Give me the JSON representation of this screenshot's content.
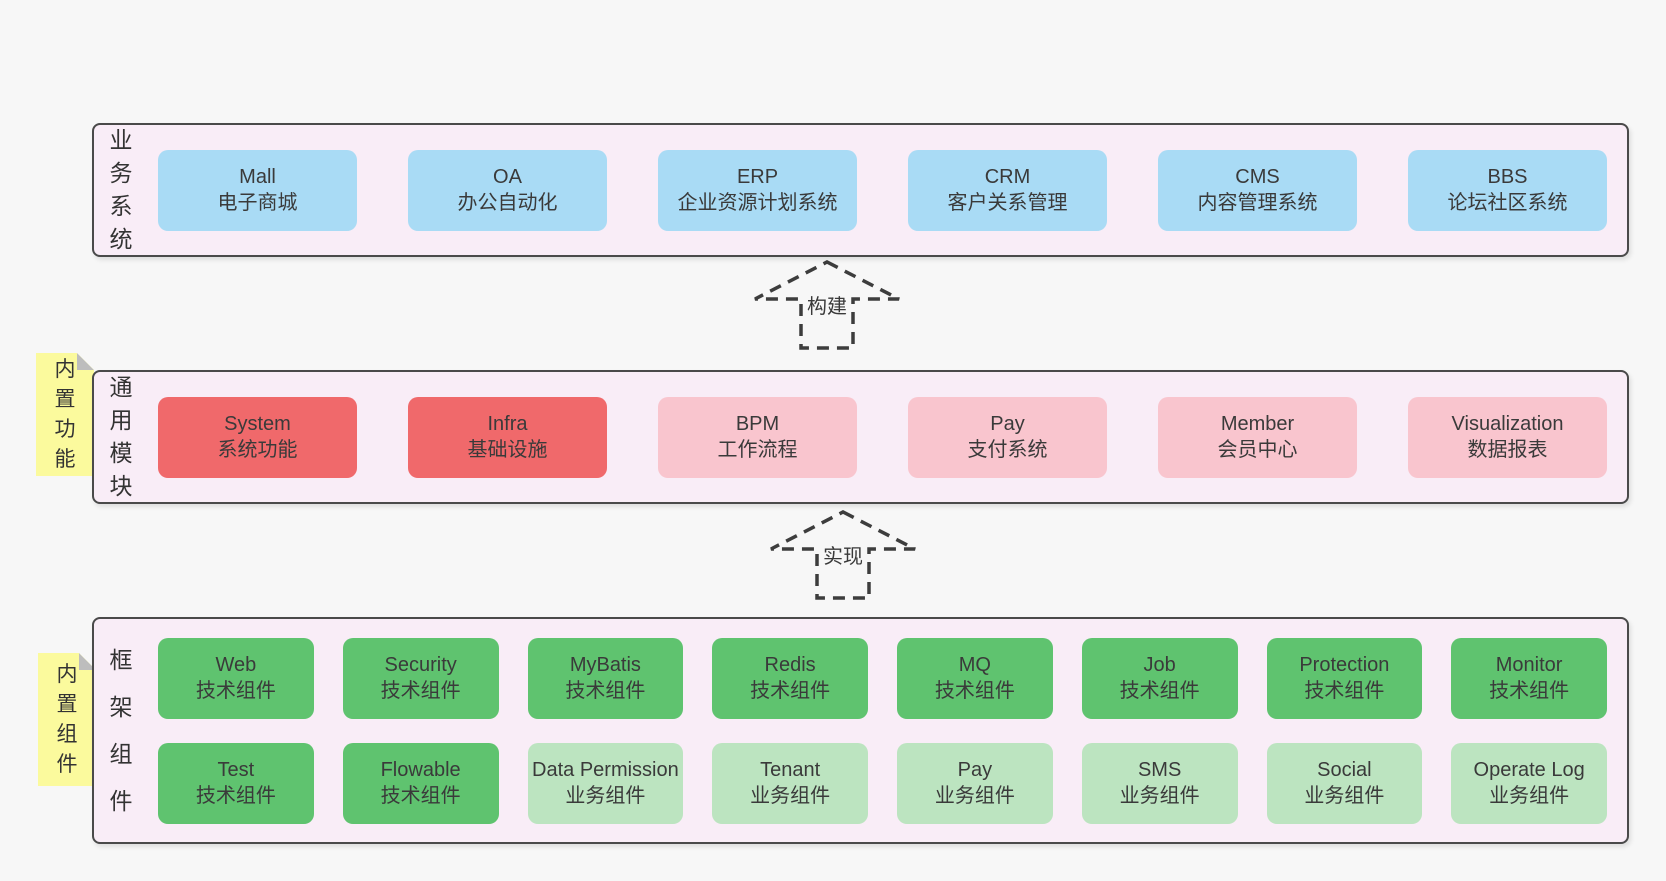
{
  "colors": {
    "page_bg": "#f7f7f7",
    "container_bg": "#f9edf7",
    "container_border": "#4a4a4a",
    "box_blue": "#a9dbf5",
    "box_red": "#f0696b",
    "box_pink": "#f9c5ce",
    "box_green": "#5fc36f",
    "box_light_green": "#bce4c0",
    "note_yellow": "#fbfa9d",
    "note_fold_gray": "#bdbdbd",
    "text": "#3a3a3a"
  },
  "arrows": [
    {
      "label": "构建"
    },
    {
      "label": "实现"
    }
  ],
  "layers": {
    "business": {
      "side_label": "业务系统",
      "boxes": [
        {
          "name": "Mall",
          "desc": "电子商城"
        },
        {
          "name": "OA",
          "desc": "办公自动化"
        },
        {
          "name": "ERP",
          "desc": "企业资源计划系统"
        },
        {
          "name": "CRM",
          "desc": "客户关系管理"
        },
        {
          "name": "CMS",
          "desc": "内容管理系统"
        },
        {
          "name": "BBS",
          "desc": "论坛社区系统"
        }
      ]
    },
    "modules": {
      "side_label": "通用模块",
      "note": "内置功能",
      "boxes": [
        {
          "name": "System",
          "desc": "系统功能",
          "variant": "red"
        },
        {
          "name": "Infra",
          "desc": "基础设施",
          "variant": "red"
        },
        {
          "name": "BPM",
          "desc": "工作流程",
          "variant": "pink"
        },
        {
          "name": "Pay",
          "desc": "支付系统",
          "variant": "pink"
        },
        {
          "name": "Member",
          "desc": "会员中心",
          "variant": "pink"
        },
        {
          "name": "Visualization",
          "desc": "数据报表",
          "variant": "pink"
        }
      ]
    },
    "components": {
      "side_label": "框架组件",
      "note": "内置组件",
      "row1": [
        {
          "name": "Web",
          "desc": "技术组件"
        },
        {
          "name": "Security",
          "desc": "技术组件"
        },
        {
          "name": "MyBatis",
          "desc": "技术组件"
        },
        {
          "name": "Redis",
          "desc": "技术组件"
        },
        {
          "name": "MQ",
          "desc": "技术组件"
        },
        {
          "name": "Job",
          "desc": "技术组件"
        },
        {
          "name": "Protection",
          "desc": "技术组件"
        },
        {
          "name": "Monitor",
          "desc": "技术组件"
        }
      ],
      "row2": [
        {
          "name": "Test",
          "desc": "技术组件",
          "variant": "green"
        },
        {
          "name": "Flowable",
          "desc": "技术组件",
          "variant": "green"
        },
        {
          "name": "Data Permission",
          "desc": "业务组件",
          "variant": "light"
        },
        {
          "name": "Tenant",
          "desc": "业务组件",
          "variant": "light"
        },
        {
          "name": "Pay",
          "desc": "业务组件",
          "variant": "light"
        },
        {
          "name": "SMS",
          "desc": "业务组件",
          "variant": "light"
        },
        {
          "name": "Social",
          "desc": "业务组件",
          "variant": "light"
        },
        {
          "name": "Operate Log",
          "desc": "业务组件",
          "variant": "light"
        }
      ]
    }
  }
}
